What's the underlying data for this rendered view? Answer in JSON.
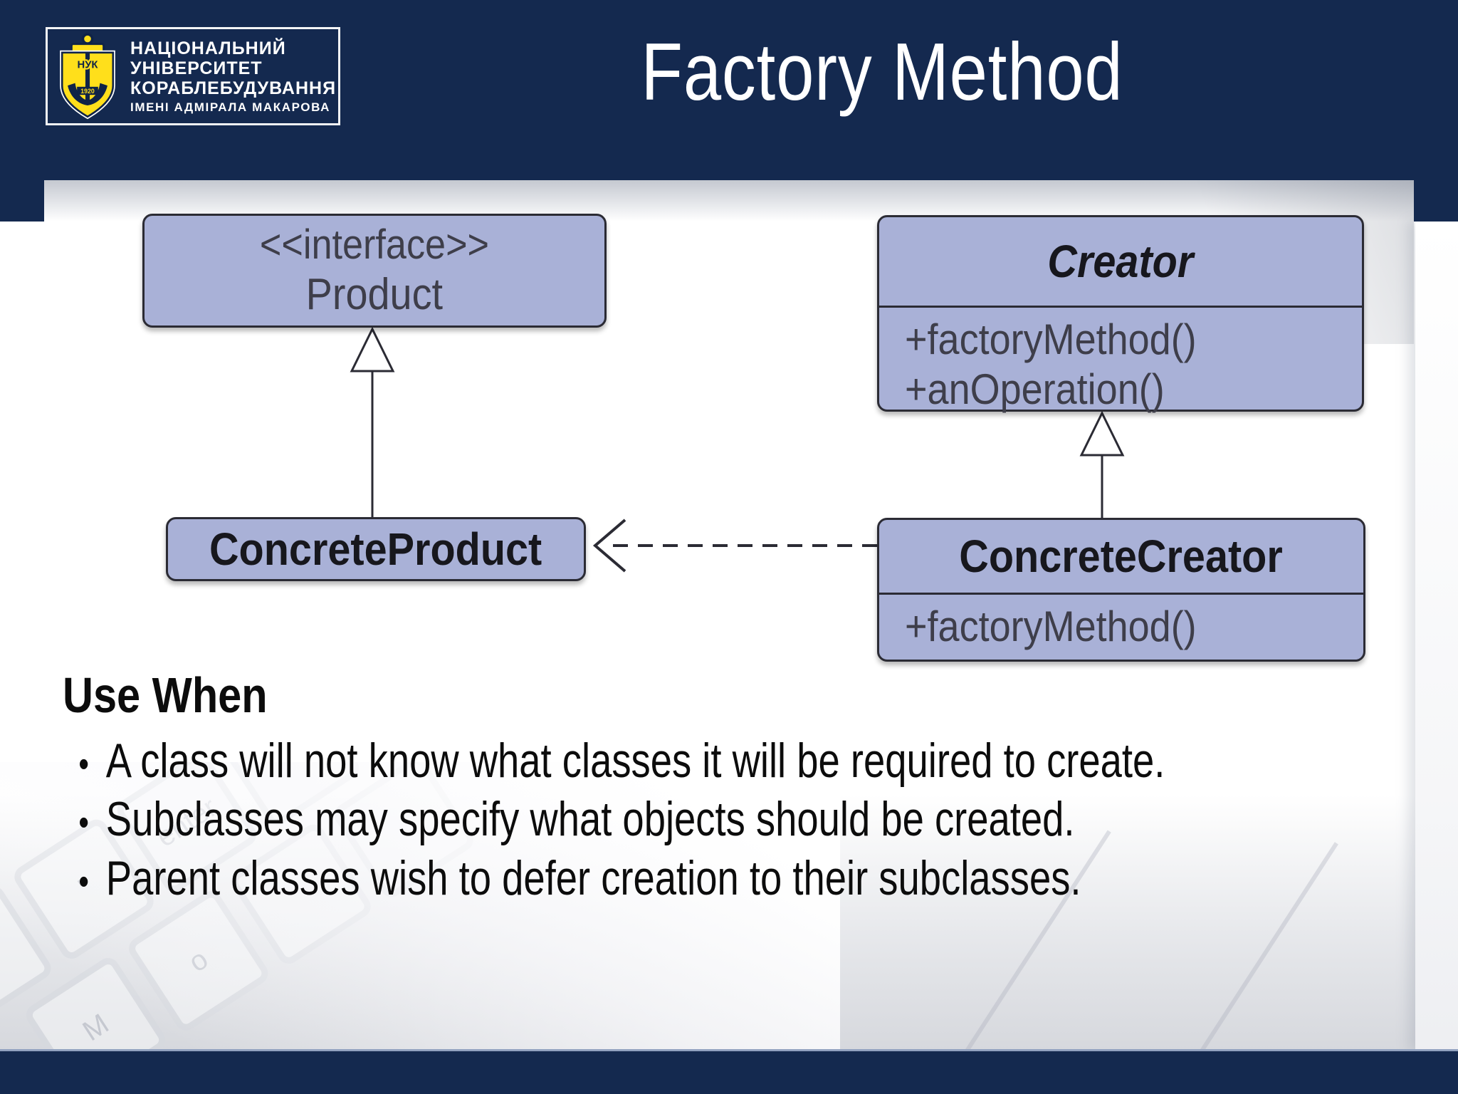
{
  "slide": {
    "title": "Factory Method"
  },
  "logo": {
    "line1": "НАЦІОНАЛЬНИЙ",
    "line2": "УНІВЕРСИТЕТ",
    "line3": "КОРАБЛЕБУДУВАННЯ",
    "line4": "ІМЕНІ АДМІРАЛА МАКАРОВА",
    "emblem_text": "НУК",
    "emblem_year": "1920"
  },
  "diagram": {
    "product": {
      "stereotype": "<<interface>>",
      "name": "Product"
    },
    "creator": {
      "name": "Creator",
      "methods": [
        "+factoryMethod()",
        "+anOperation()"
      ]
    },
    "concrete_product": {
      "name": "ConcreteProduct"
    },
    "concrete_creator": {
      "name": "ConcreteCreator",
      "methods": [
        "+factoryMethod()"
      ]
    },
    "relations": [
      "ConcreteProduct implements Product (generalization, hollow triangle)",
      "ConcreteCreator extends Creator (generalization, hollow triangle)",
      "ConcreteCreator depends on ConcreteProduct (dashed open arrow)"
    ]
  },
  "content": {
    "heading": "Use When",
    "bullets": [
      "A class will not know what classes it will be required to create.",
      "Subclasses may specify what objects should be created.",
      "Parent classes wish to defer creation to their subclasses."
    ]
  },
  "decor": {
    "keys": [
      "‹",
      "'",
      "enter",
      "◄",
      "M",
      "o"
    ]
  },
  "colors": {
    "navy": "#14294f",
    "box_fill": "#a9b1d7",
    "box_border": "#2b2b34",
    "emblem_yellow": "#ffdf1b",
    "title_text": "#ffffff",
    "body_text": "#0c0c0c"
  }
}
